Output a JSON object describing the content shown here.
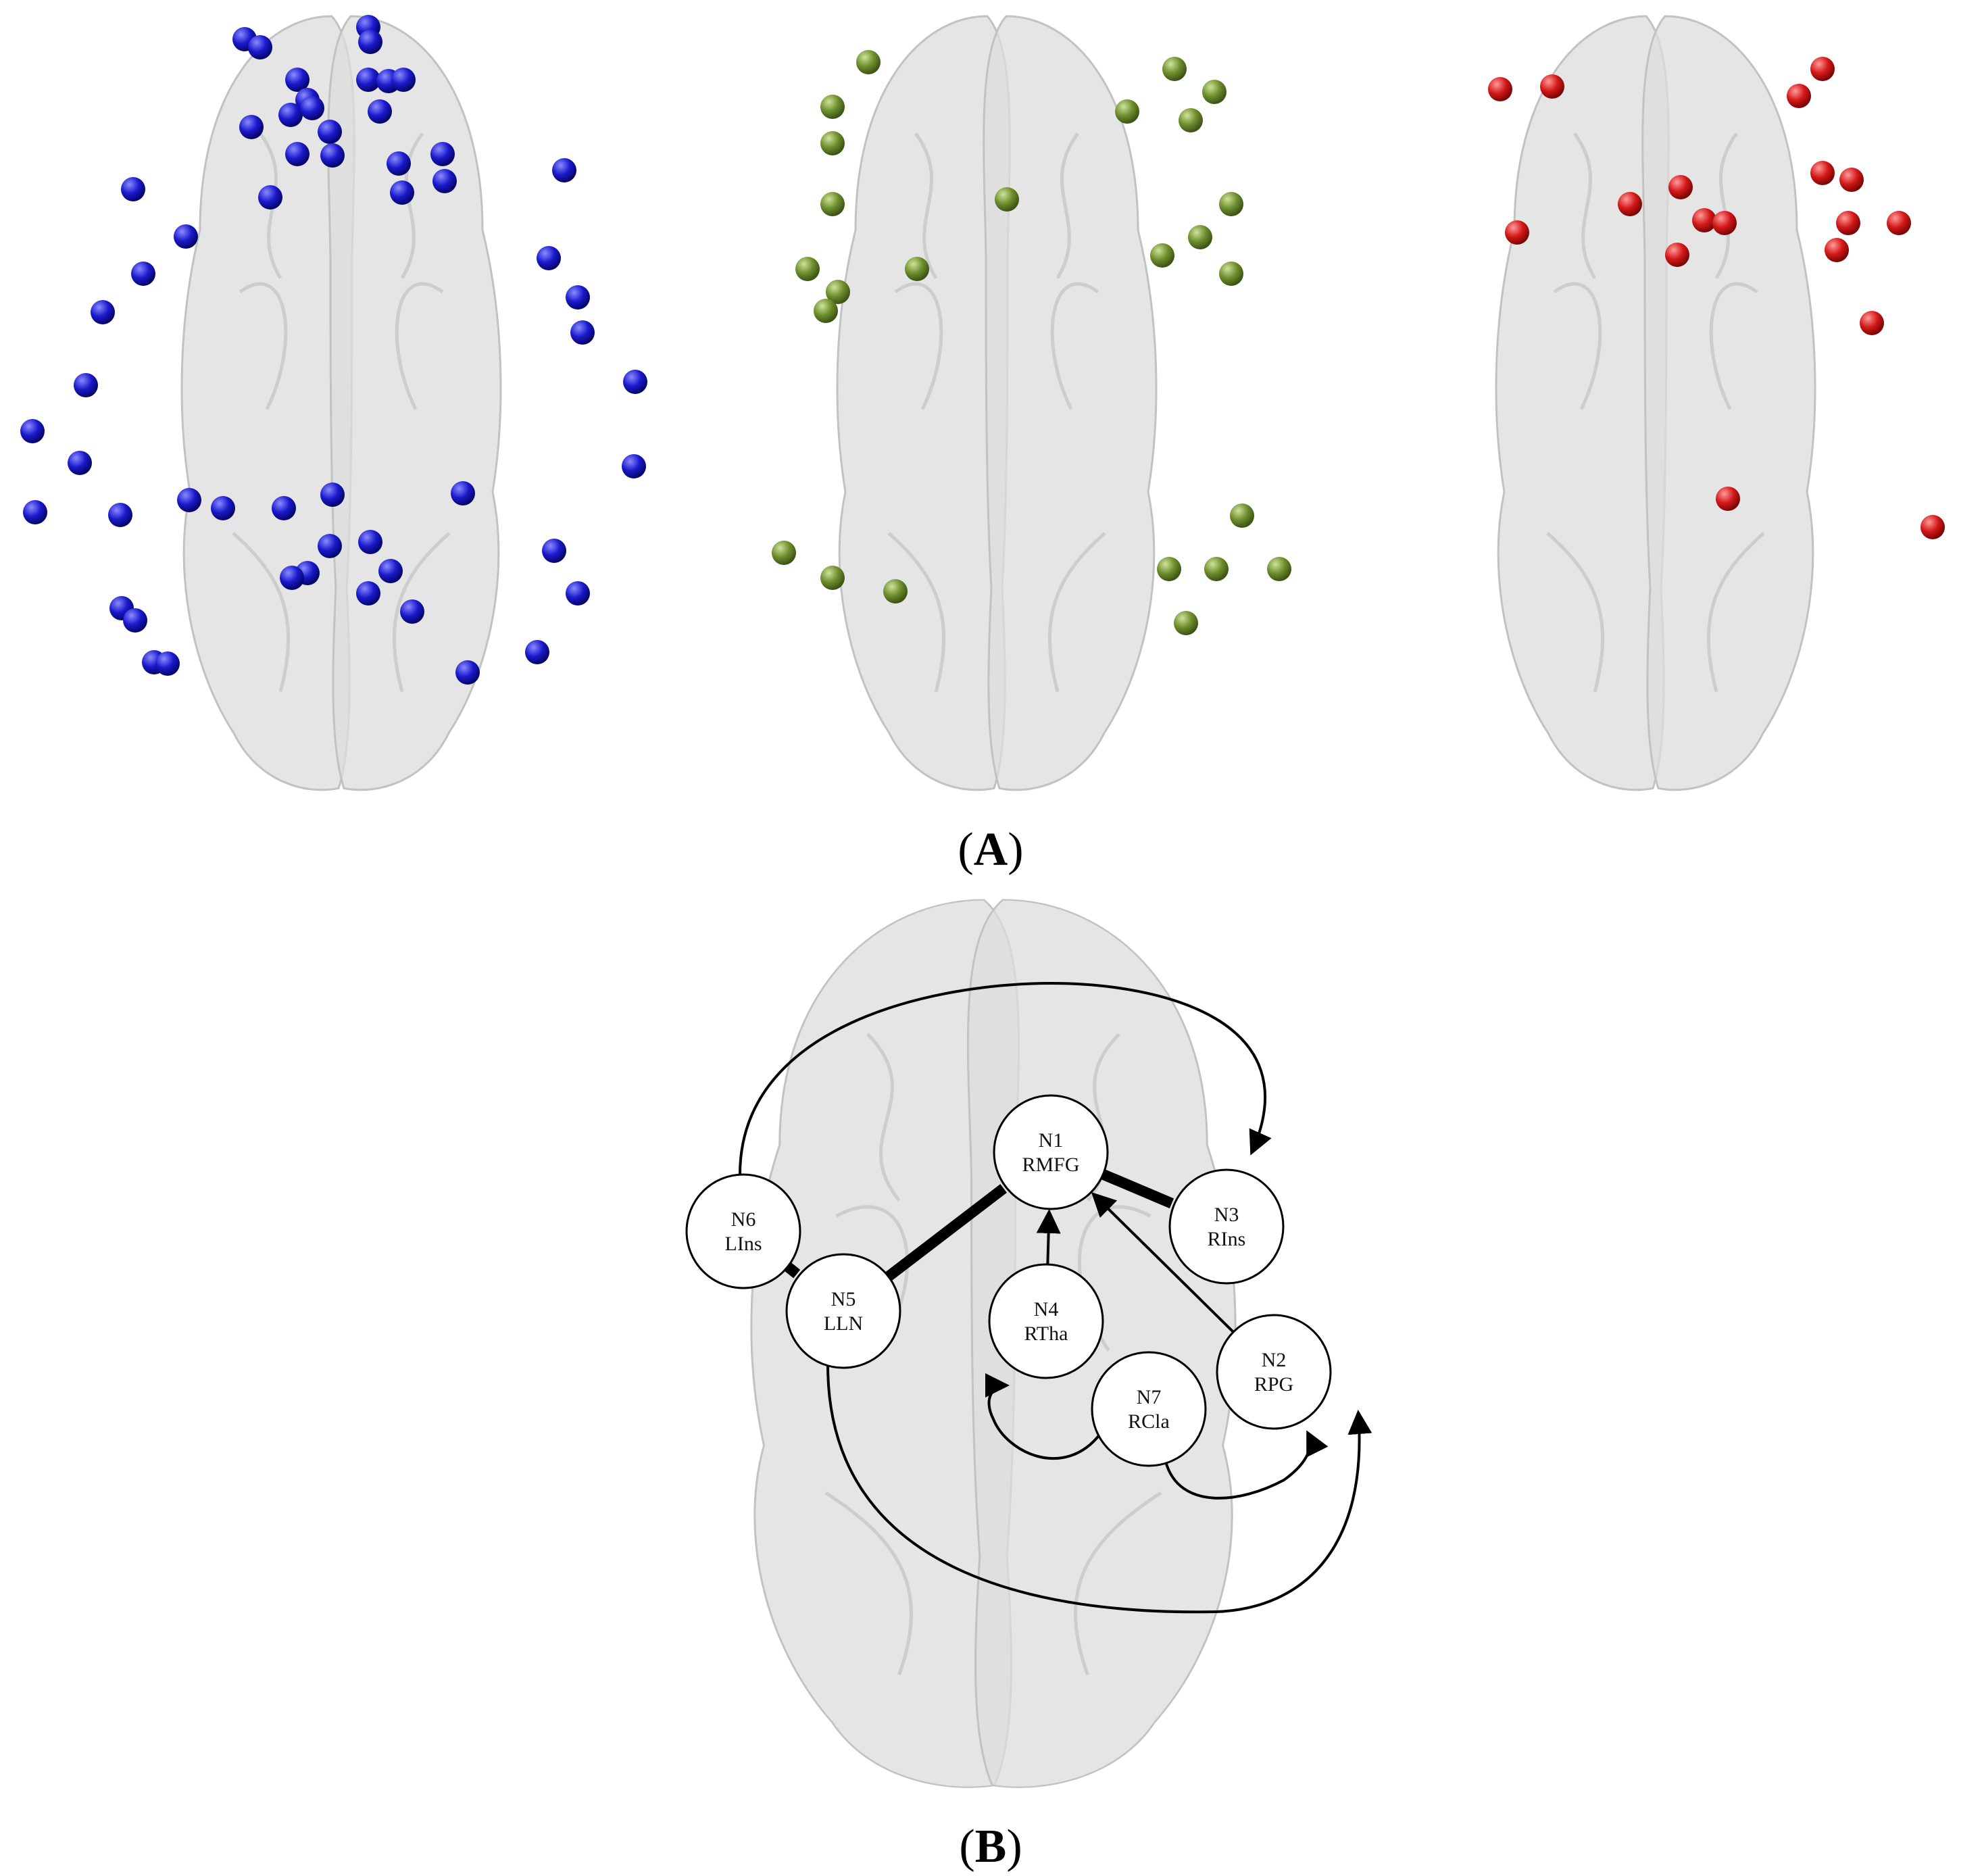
{
  "panel_labels": {
    "a": {
      "open": "(",
      "letter": "A",
      "close": ")"
    },
    "b": {
      "open": "(",
      "letter": "B",
      "close": ")"
    }
  },
  "colors": {
    "brain_fill": "#dcdcdc",
    "brain_stroke": "#c2c2c2",
    "blue_node": "#1a1acc",
    "green_node": "#6e8e2e",
    "red_node": "#d41818",
    "edge": "#000000",
    "node_fill": "#ffffff"
  },
  "icons": {
    "brain": "brain-axial-view-icon",
    "region_marker": "sphere-marker-icon"
  },
  "networks": {
    "nodes": [
      {
        "id": "N1",
        "name": "RMFG"
      },
      {
        "id": "N2",
        "name": "RPG"
      },
      {
        "id": "N3",
        "name": "RIns"
      },
      {
        "id": "N4",
        "name": "RTha"
      },
      {
        "id": "N5",
        "name": "LLN"
      },
      {
        "id": "N6",
        "name": "LIns"
      },
      {
        "id": "N7",
        "name": "RCla"
      }
    ],
    "edges": [
      {
        "from": "N5",
        "to": "N1",
        "directed": false,
        "weight": "thick"
      },
      {
        "from": "N1",
        "to": "N3",
        "directed": false,
        "weight": "thick"
      },
      {
        "from": "N6",
        "to": "N5",
        "directed": false,
        "weight": "thick"
      },
      {
        "from": "N4",
        "to": "N1",
        "directed": true,
        "weight": "thin"
      },
      {
        "from": "N2",
        "to": "N1",
        "directed": true,
        "weight": "thin"
      },
      {
        "from": "N6",
        "to": "N3",
        "directed": true,
        "weight": "thin"
      },
      {
        "from": "N7",
        "to": "N4",
        "directed": true,
        "weight": "thin"
      },
      {
        "from": "N7",
        "to": "N2",
        "directed": true,
        "weight": "thin"
      },
      {
        "from": "N5",
        "to": "N2",
        "directed": true,
        "weight": "thin"
      }
    ]
  }
}
